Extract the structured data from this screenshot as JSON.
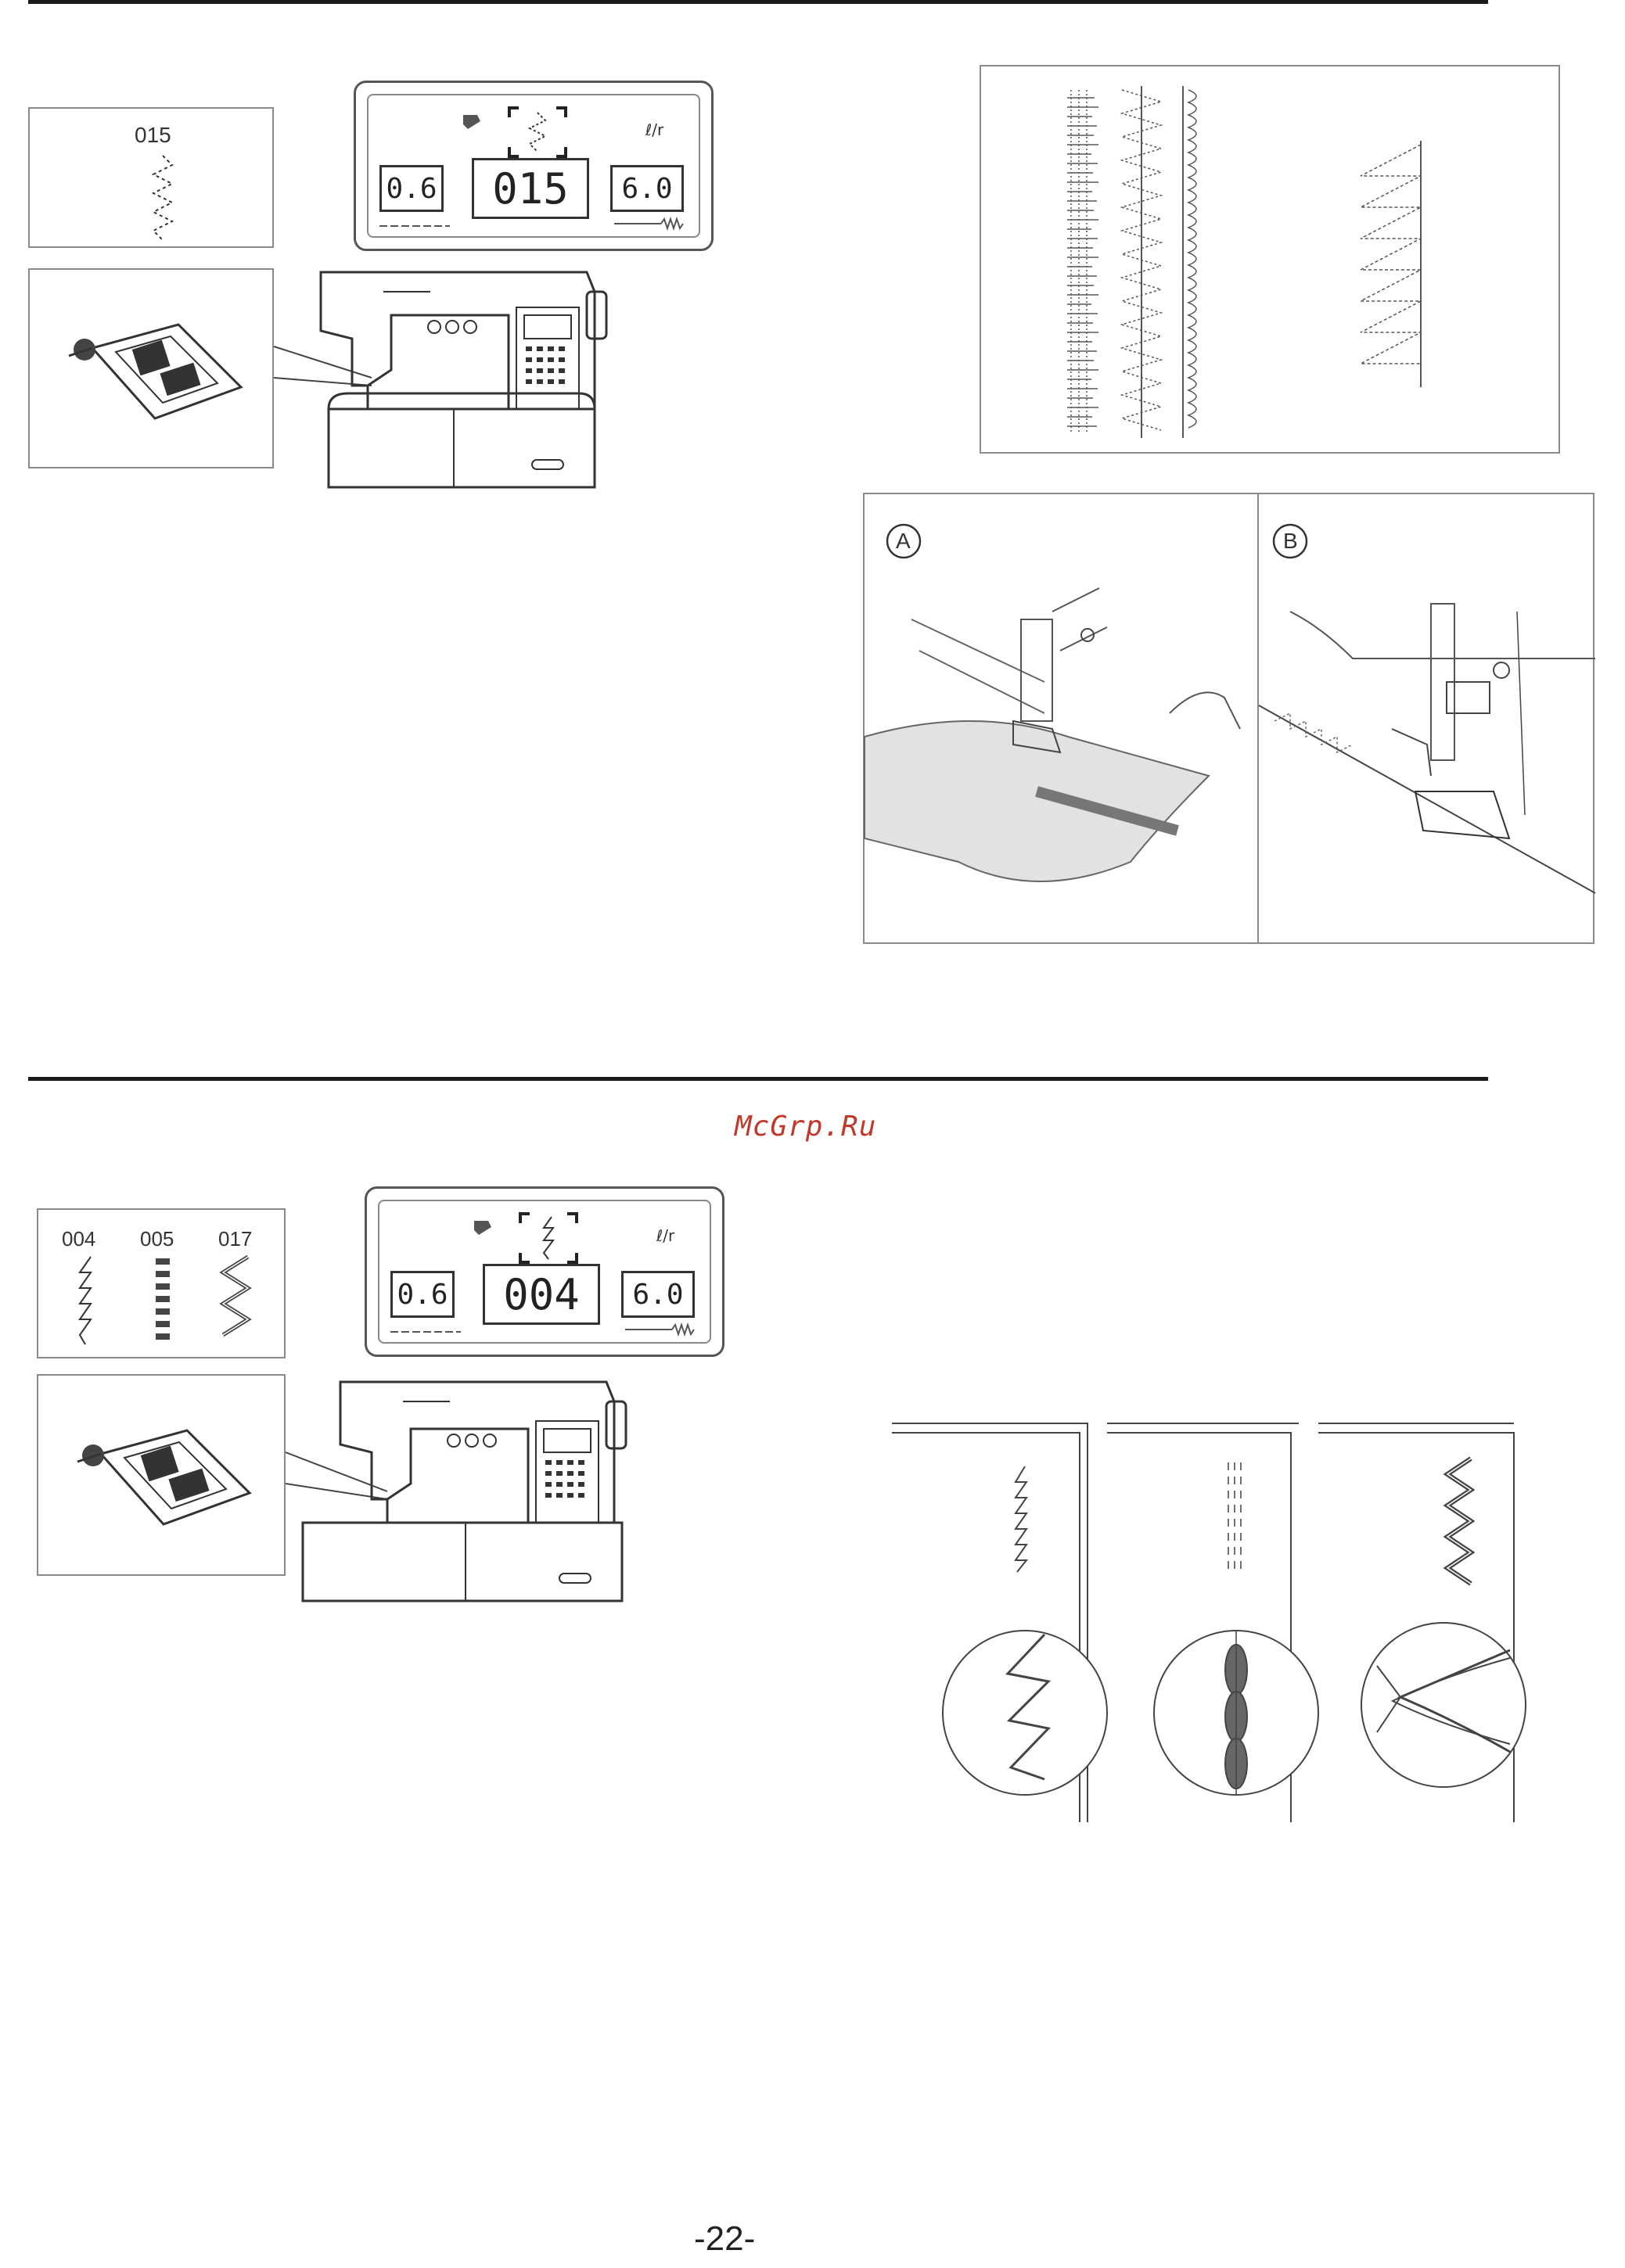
{
  "watermark": "McGrp.Ru",
  "page_number": "-22-",
  "top_section": {
    "pattern_card": {
      "pattern_number": "015"
    },
    "lcd": {
      "left_value": "0.6",
      "center_value": "015",
      "right_value": "6.0"
    },
    "stitch_sample_panel": {},
    "photo_labels": {
      "a": "A",
      "b": "B"
    }
  },
  "bottom_section": {
    "pattern_card": {
      "patterns": [
        "004",
        "005",
        "017"
      ]
    },
    "lcd": {
      "left_value": "0.6",
      "center_value": "004",
      "right_value": "6.0"
    }
  },
  "icons": [
    "presser-foot-icon",
    "sewing-machine-icon",
    "needle-icon",
    "stitch-width-icon",
    "stitch-length-icon"
  ],
  "colors": {
    "line": "#2a2a2a",
    "frame": "#8a8a8a",
    "watermark": "#c0392b"
  }
}
